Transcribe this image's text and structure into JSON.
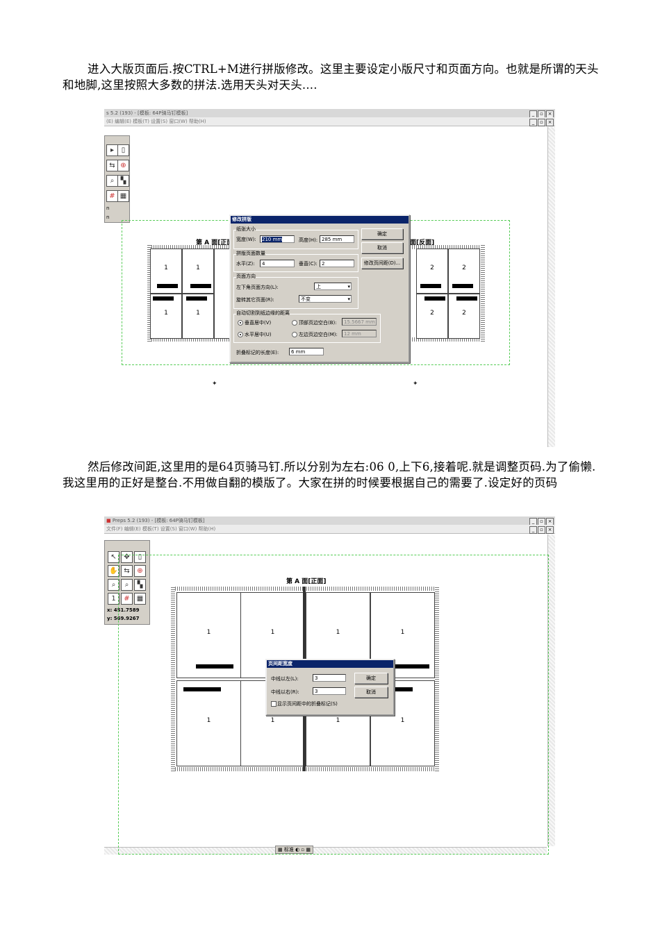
{
  "paragraphs": {
    "p1": "进入大版页面后.按CTRL+M进行拼版修改。这里主要设定小版尺寸和页面方向。也就是所谓的天头和地脚,这里按照大多数的拼法.选用天头对天头....",
    "p2": "然后修改间距,这里用的是64页骑马钉.所以分别为左右:06  0,上下6,接着呢.就是调整页码.为了偷懒.我这里用的正好是整台.不用做自翻的模版了。大家在拼的时候要根据自己的需要了.设定好的页码"
  },
  "screenshot1": {
    "title": "s 5.2 (193) - [模板: 64P骑马钉模板]",
    "menu": "(E)  编辑(E)  模板(T)  设置(S)  窗口(W)  帮助(H)",
    "window_buttons": [
      "_",
      "▫",
      "×"
    ],
    "sheet_left_label": "第 A 面[正面",
    "sheet_right_label": "面[反面]",
    "left_pages_top": [
      "1",
      "1"
    ],
    "left_pages_bottom": [
      "1",
      "1"
    ],
    "right_pages_top": [
      "2",
      "2"
    ],
    "right_pages_bottom": [
      "2",
      "2"
    ],
    "toolbox_labels": [
      "n",
      "n"
    ],
    "dialog": {
      "title": "修改拼版",
      "group_size": "纸张大小",
      "width_label": "宽度(W):",
      "width_value": "210 mm",
      "height_label": "高度(H):",
      "height_value": "285 mm",
      "group_count": "拼版页面数量",
      "horiz_label": "水平(Z):",
      "horiz_value": "4",
      "vert_label": "垂直(C):",
      "vert_value": "2",
      "group_dir": "页面方向",
      "topleft_label": "左下角页面方向(L):",
      "topleft_value": "上",
      "rotate_label": "旋转其它页面(R):",
      "rotate_value": "不变",
      "group_dist": "自动切割到纸边缘的距离",
      "radio_v_center": "垂直居中(V)",
      "radio_top_margin": "顶部页边空白(B):",
      "top_margin_value": "15.5667 mm",
      "radio_h_center": "水平居中(U)",
      "radio_left_margin": "左边页边空白(M):",
      "left_margin_value": "12 mm",
      "fold_label": "折叠标记的长度(E):",
      "fold_value": "6 mm",
      "ok": "确定",
      "cancel": "取消",
      "gap": "修改页间距(D)..."
    }
  },
  "screenshot2": {
    "title": "Preps 5.2 (193) - [模板: 64P骑马钉模板]",
    "menu": "文件(F)  编辑(E)  模板(T)  设置(S)  窗口(W)  帮助(H)",
    "window_buttons": [
      "_",
      "▫",
      "×"
    ],
    "sheet_label": "第 A 面[正面]",
    "top_pages": [
      "1",
      "1",
      "1",
      "1"
    ],
    "bottom_pages": [
      "1",
      "1",
      "1",
      "1"
    ],
    "coord_x": "x: 451.7589",
    "coord_y": "y: 569.9267",
    "statusbar": "标准",
    "dialog": {
      "title": "页间距宽度",
      "left_label": "中线以左(L):",
      "left_value": "3",
      "right_label": "中线以右(R):",
      "right_value": "3",
      "checkbox": "显示页间距中的折叠标记(S)",
      "ok": "确定",
      "cancel": "取消"
    }
  }
}
